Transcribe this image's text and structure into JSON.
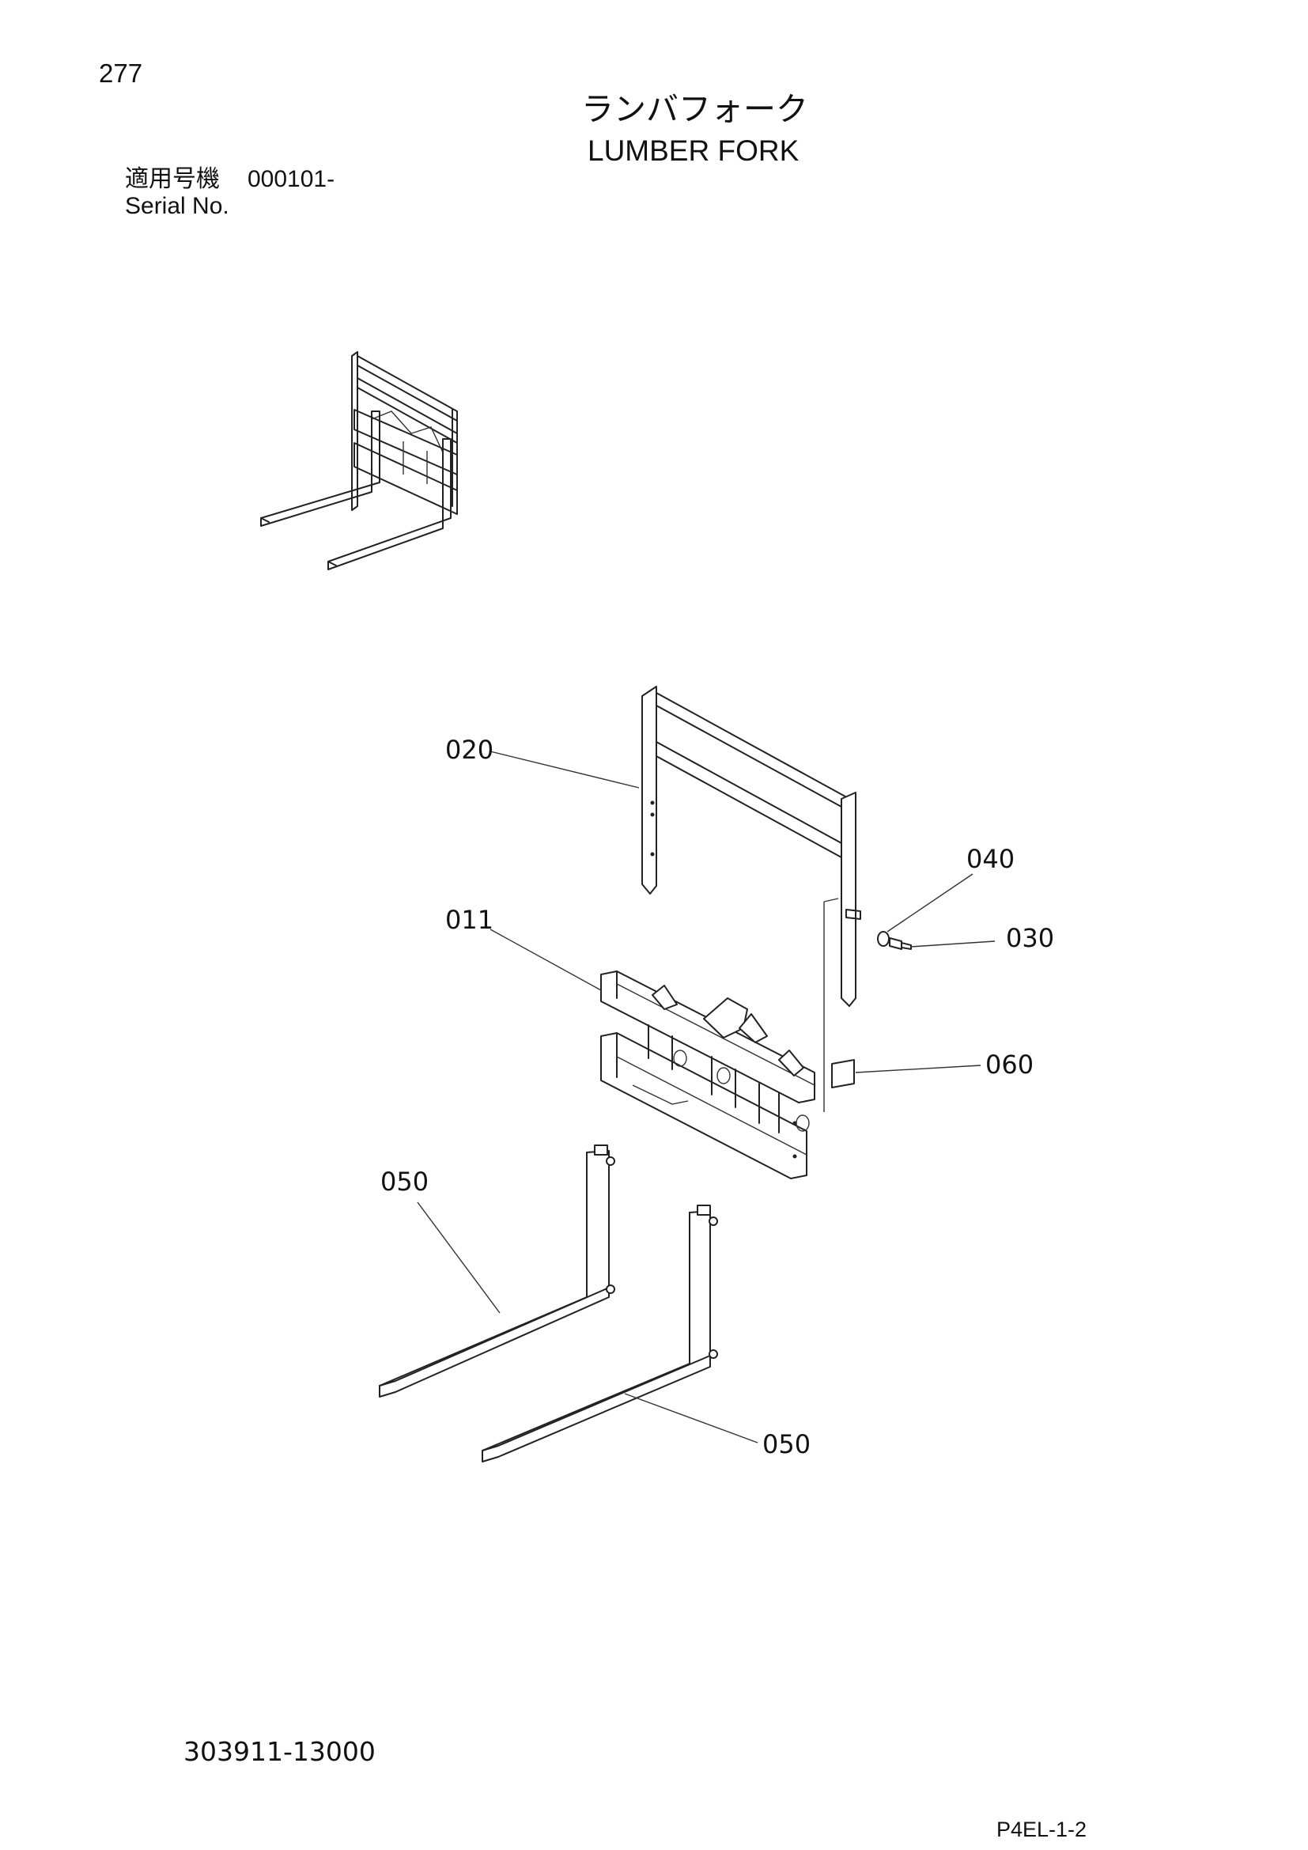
{
  "page": {
    "number": "277",
    "title_ja": "ランバフォーク",
    "title_en": "LUMBER FORK",
    "serial_label_ja": "適用号機",
    "serial_value": "000101-",
    "serial_label_en": "Serial No.",
    "drawing_number": "303911-13000",
    "page_code": "P4EL-1-2"
  },
  "callouts": [
    {
      "id": "020",
      "label": "020"
    },
    {
      "id": "040",
      "label": "040"
    },
    {
      "id": "011",
      "label": "011"
    },
    {
      "id": "030",
      "label": "030"
    },
    {
      "id": "060",
      "label": "060"
    },
    {
      "id": "050a",
      "label": "050"
    },
    {
      "id": "050b",
      "label": "050"
    }
  ]
}
